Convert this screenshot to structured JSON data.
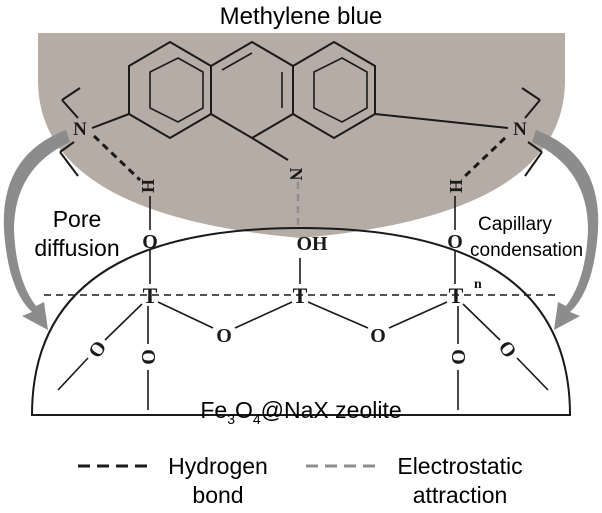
{
  "title": "Methylene blue",
  "labels": {
    "pore_line1": "Pore",
    "pore_line2": "diffusion",
    "capillary_line1": "Capillary",
    "capillary_line2": "condensation",
    "zeolite_prefix": "Fe",
    "zeolite_sub1": "3",
    "zeolite_mid": "O",
    "zeolite_sub2": "4",
    "zeolite_suffix": "@NaX zeolite",
    "n_marker": "n"
  },
  "atoms": {
    "N": "N",
    "H": "H",
    "O": "O",
    "OH": "OH",
    "T": "T"
  },
  "legend": {
    "hydrogen_line1": "Hydrogen",
    "hydrogen_line2": "bond",
    "electrostatic_line1": "Electrostatic",
    "electrostatic_line2": "attraction"
  },
  "colors": {
    "dye_region": "#b5aca6",
    "ink": "#1a1a1a",
    "electrostatic": "#8e8e8e",
    "arrow": "#8c8c8c"
  }
}
